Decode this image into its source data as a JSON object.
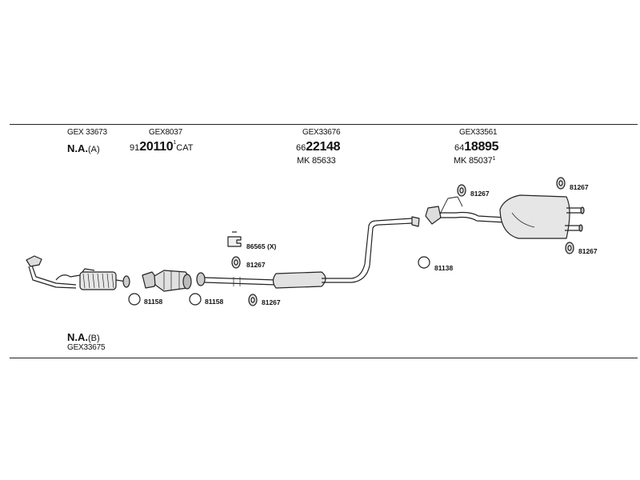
{
  "diagram": {
    "group_a": {
      "code": "GEX 33673",
      "na_text": "N.A.",
      "suffix": "(A)"
    },
    "group_b": {
      "na_text": "N.A.",
      "suffix": "(B)",
      "code": "GEX33675"
    },
    "catalyst": {
      "code": "GEX8037",
      "prefix": "91",
      "number": "20110",
      "superscript": "1",
      "tag": "CAT"
    },
    "middle_pipe": {
      "code": "GEX33676",
      "prefix": "66",
      "number": "22148",
      "mk": "MK  85633"
    },
    "rear_silencer": {
      "code": "GEX33561",
      "prefix": "64",
      "number": "18895",
      "mk": "MK  85037",
      "superscript": "1"
    },
    "parts": [
      {
        "id": "81158_a",
        "label": "81158"
      },
      {
        "id": "81158_b",
        "label": "81158"
      },
      {
        "id": "86565",
        "label": "86565 (X)"
      },
      {
        "id": "81267_mid",
        "label": "81267"
      },
      {
        "id": "81267_low",
        "label": "81267"
      },
      {
        "id": "81138",
        "label": "81138"
      },
      {
        "id": "81267_rear_a",
        "label": "81267"
      },
      {
        "id": "81267_rear_b",
        "label": "81267"
      },
      {
        "id": "81267_rear_c",
        "label": "81267"
      }
    ]
  }
}
